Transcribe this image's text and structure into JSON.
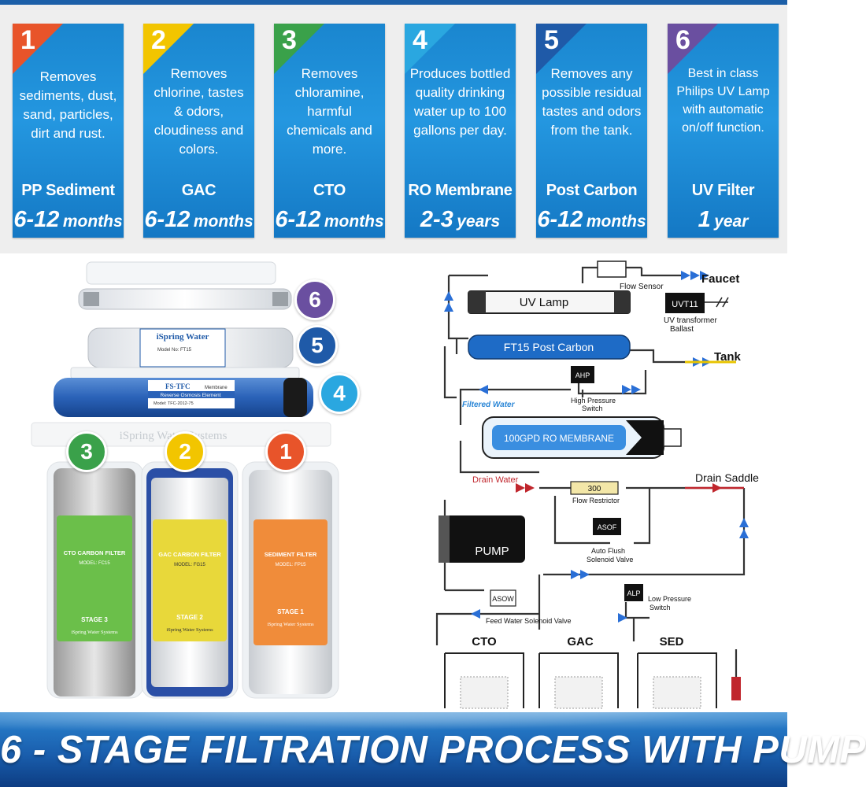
{
  "stages": [
    {
      "number": "1",
      "description": "Removes sediments, dust, sand, particles, dirt and rust.",
      "name": "PP Sediment",
      "life_value": "6-12",
      "life_unit": "months",
      "corner_color": "#e8542a"
    },
    {
      "number": "2",
      "description": "Removes chlorine, tastes & odors, cloudiness and colors.",
      "name": "GAC",
      "life_value": "6-12",
      "life_unit": "months",
      "corner_color": "#f2c500"
    },
    {
      "number": "3",
      "description": "Removes chloramine, harmful chemicals and more.",
      "name": "CTO",
      "life_value": "6-12",
      "life_unit": "months",
      "corner_color": "#3aa14a"
    },
    {
      "number": "4",
      "description": "Produces bottled quality drinking water up to 100 gallons per day.",
      "name": "RO Membrane",
      "life_value": "2-3",
      "life_unit": "years",
      "corner_color": "#2aa7e0"
    },
    {
      "number": "5",
      "description": "Removes any possible residual tastes and odors from the tank.",
      "name": "Post Carbon",
      "life_value": "6-12",
      "life_unit": "months",
      "corner_color": "#1f5aa8"
    },
    {
      "number": "6",
      "description": "Best in class Philips UV Lamp with automatic on/off function.",
      "name": "UV Filter",
      "life_value": "1",
      "life_unit": "year",
      "corner_color": "#6a4fa0"
    }
  ],
  "photo": {
    "badges": [
      "6",
      "5",
      "4",
      "3",
      "2",
      "1"
    ],
    "housing_brand": "iSpring Water Systems",
    "post_carbon_brand": "iSpring Water",
    "post_carbon_model": "Model No: FT15",
    "membrane_brand": "FS-TFC",
    "membrane_sub": "Membrane",
    "membrane_label": "Reverse Osmosis Element",
    "membrane_model": "Model: TFC-2012-75",
    "cartridges": [
      {
        "title": "CTO CARBON FILTER",
        "model": "MODEL: FC15",
        "stage": "STAGE 3",
        "brand": "iSpring Water Systems"
      },
      {
        "title": "GAC CARBON FILTER",
        "model": "MODEL: FG15",
        "stage": "STAGE 2",
        "brand": "iSpring Water Systems"
      },
      {
        "title": "SEDIMENT FILTER",
        "model": "MODEL: FP15",
        "stage": "STAGE 1",
        "brand": "iSpring Water Systems"
      }
    ]
  },
  "diagram": {
    "uv_lamp": "UV Lamp",
    "flow_sensor": "Flow Sensor",
    "faucet": "Faucet",
    "uvt": "UVT11",
    "uv_transformer": "UV transformer",
    "ballast": "Ballast",
    "post_carbon": "FT15 Post Carbon",
    "tank": "Tank",
    "ahp": "AHP",
    "high_pressure": "High Pressure",
    "switch": "Switch",
    "filtered_water": "Filtered Water",
    "membrane": "100GPD RO MEMBRANE",
    "drain_water": "Drain Water",
    "restrictor_value": "300",
    "flow_restrictor": "Flow Restrictor",
    "drain_saddle": "Drain Saddle",
    "asof": "ASOF",
    "auto_flush": "Auto Flush",
    "solenoid_valve": "Solenoid Valve",
    "pump": "PUMP",
    "asow": "ASOW",
    "alp": "ALP",
    "low_pressure": "Low Pressure",
    "low_switch": "Switch",
    "feed_valve": "Feed Water Solenoid Valve",
    "cto": "CTO",
    "gac": "GAC",
    "sed": "SED"
  },
  "banner": "6 - STAGE FILTRATION PROCESS WITH PUMP",
  "colors": {
    "card_blue": "#1a86cf",
    "pipe": "#333333",
    "arrow_blue": "#2a6fd6",
    "drain_red": "#c0262d"
  }
}
